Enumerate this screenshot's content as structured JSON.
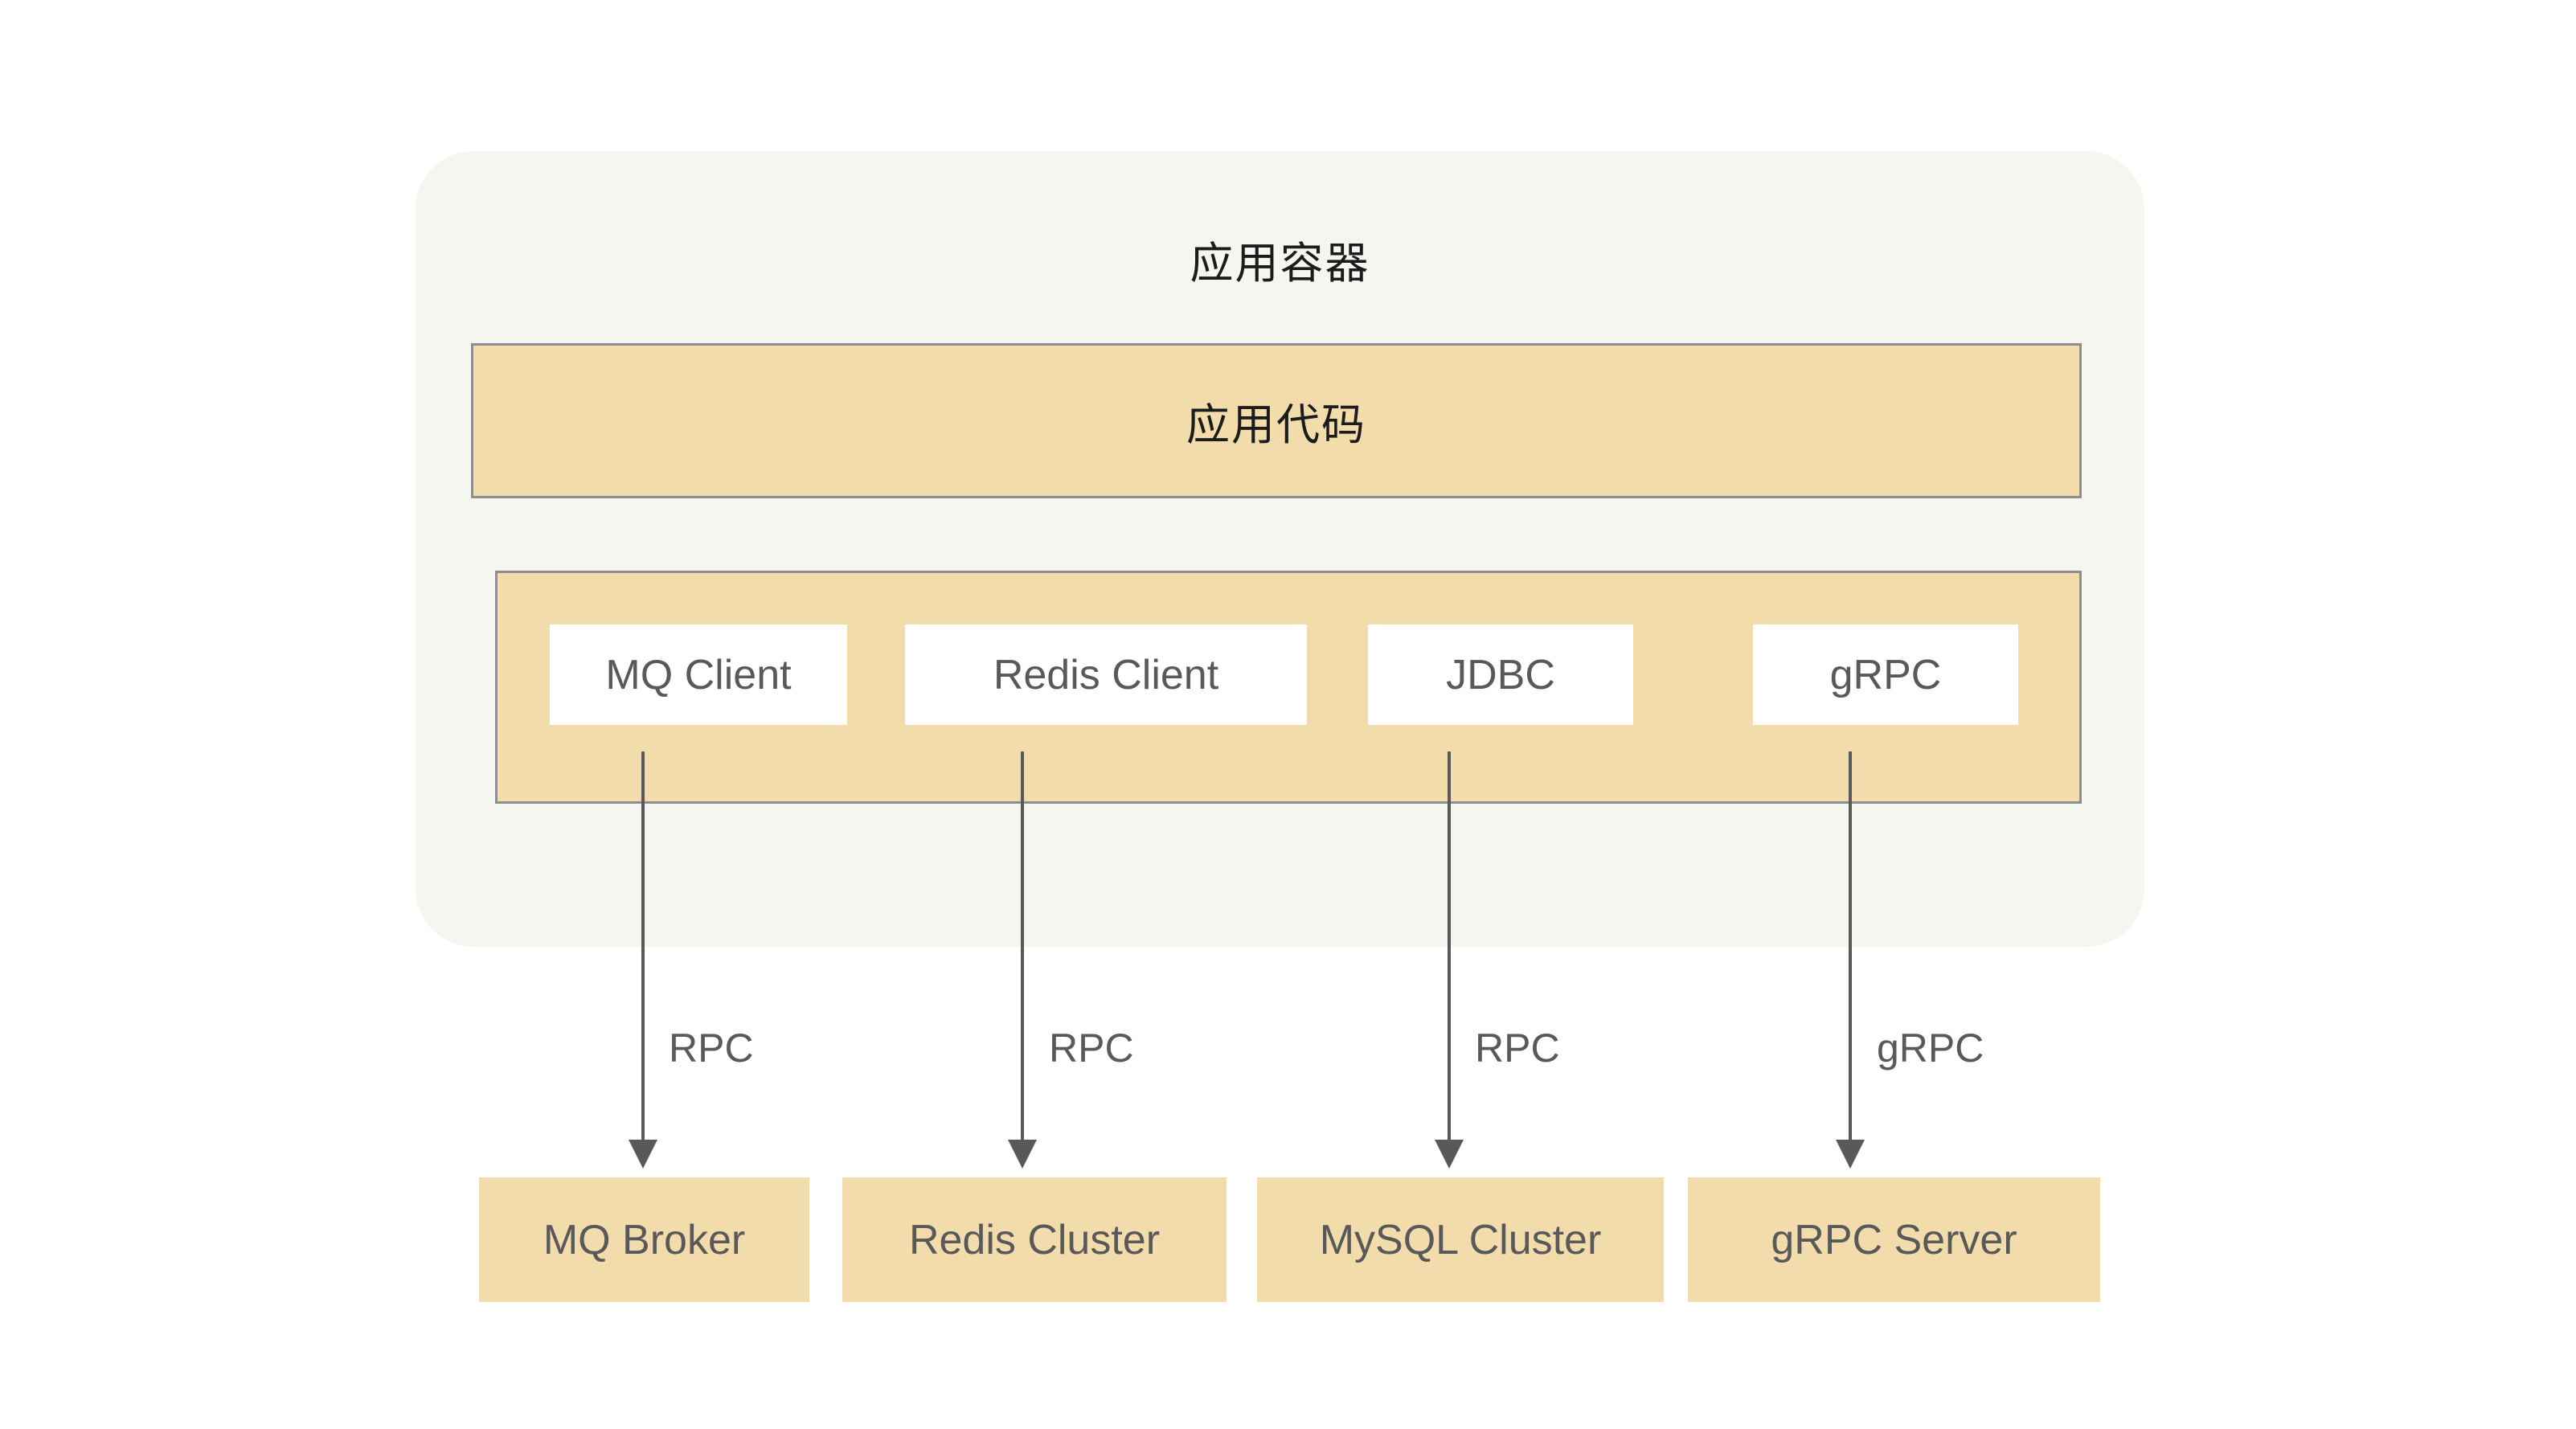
{
  "diagram": {
    "title": "应用容器",
    "palette": {
      "container_bg": "#f5f6f0",
      "box_fill": "#f2dcab",
      "box_border": "#8e8e8e",
      "white_fill": "#ffffff",
      "text_gray": "#595959",
      "text_dark": "#1c1c1c",
      "arrow": "#595959",
      "page_bg": "#ffffff"
    },
    "app_code": {
      "label": "应用代码"
    },
    "clients": [
      {
        "label": "MQ Client"
      },
      {
        "label": "Redis Client"
      },
      {
        "label": "JDBC"
      },
      {
        "label": "gRPC"
      }
    ],
    "edges": [
      {
        "label": "RPC",
        "from": "MQ Client",
        "to": "MQ Broker"
      },
      {
        "label": "RPC",
        "from": "Redis Client",
        "to": "Redis Cluster"
      },
      {
        "label": "RPC",
        "from": "JDBC",
        "to": "MySQL Cluster"
      },
      {
        "label": "gRPC",
        "from": "gRPC",
        "to": "gRPC Server"
      }
    ],
    "services": [
      {
        "label": "MQ Broker"
      },
      {
        "label": "Redis Cluster"
      },
      {
        "label": "MySQL Cluster"
      },
      {
        "label": "gRPC Server"
      }
    ]
  }
}
